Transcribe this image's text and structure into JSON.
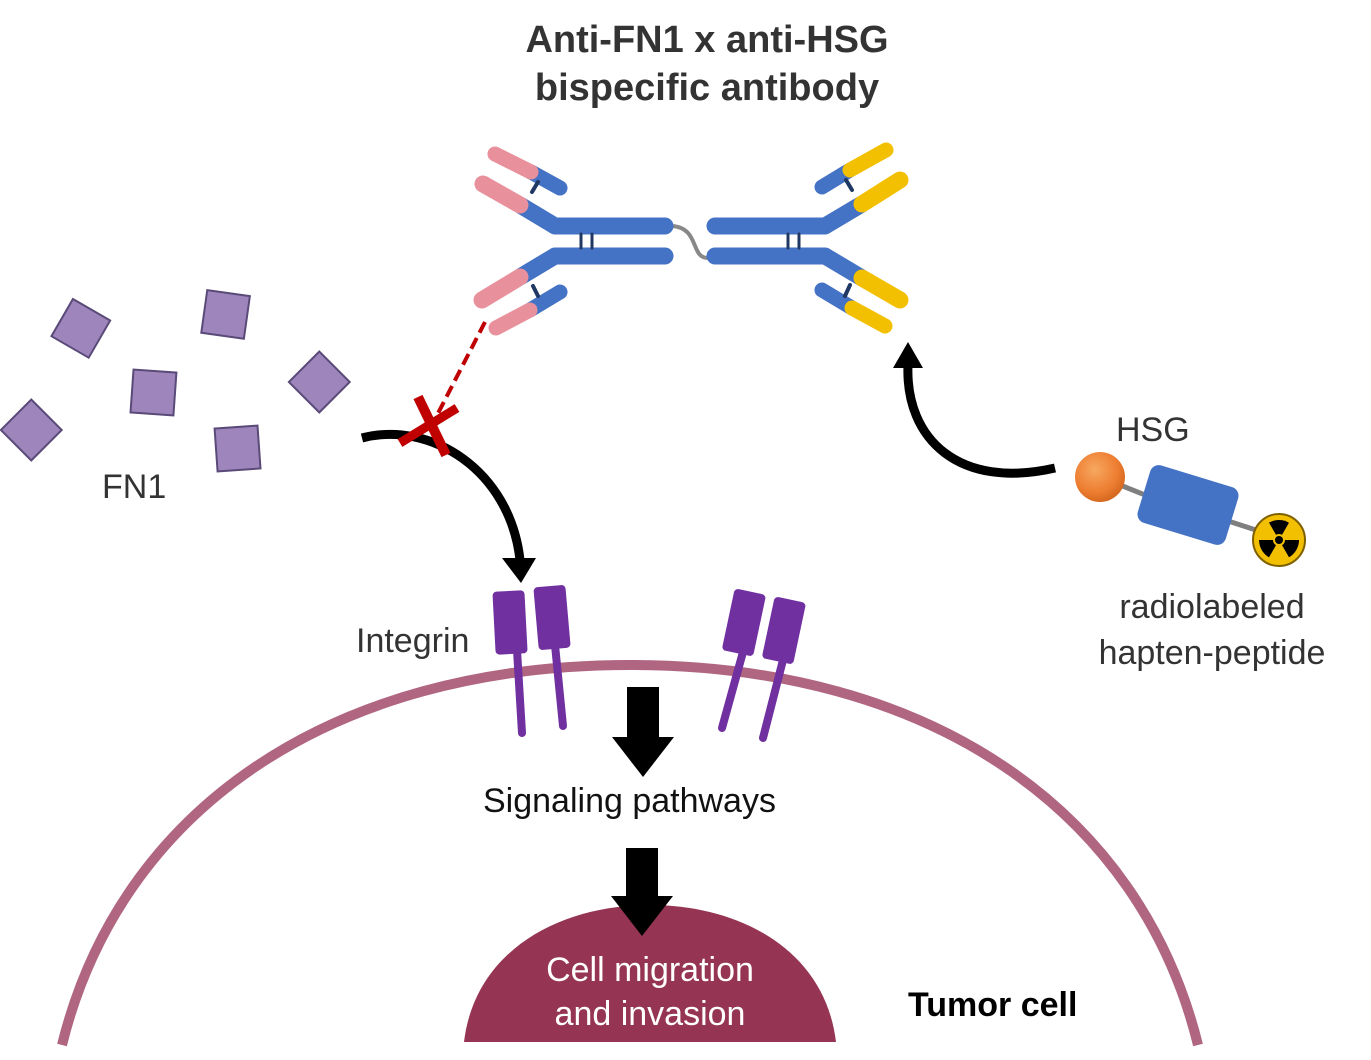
{
  "title": {
    "line1": "Anti-FN1 x anti-HSG",
    "line2": "bispecific antibody"
  },
  "labels": {
    "fn1": "FN1",
    "integrin": "Integrin",
    "hsg": "HSG",
    "hapten_line1": "radiolabeled",
    "hapten_line2": "hapten-peptide",
    "signaling": "Signaling pathways",
    "outcome_line1": "Cell migration",
    "outcome_line2": "and invasion",
    "tumor_cell": "Tumor cell"
  },
  "colors": {
    "antibody_blue": "#4472c4",
    "antibody_dark": "#203864",
    "anti_fn1_pink": "#e8909c",
    "anti_hsg_yellow": "#f2c000",
    "fn1_fill": "#9e86bc",
    "fn1_stroke": "#5a4a78",
    "integrin_purple": "#7030a0",
    "membrane": "#b06680",
    "outcome_fill": "#953553",
    "block_red": "#c00000",
    "hsg_orange": "#ed7d31",
    "radiation_yellow": "#f2c000"
  }
}
